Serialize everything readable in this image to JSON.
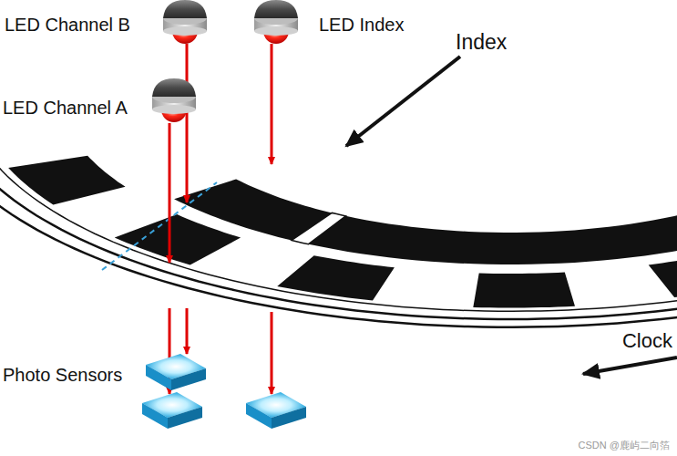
{
  "diagram": {
    "labels": [
      "LED Channel B",
      "LED Index",
      "LED Channel A",
      "Index",
      "Photo Sensors",
      "Clock",
      "CSDN @鹿屿二向箔"
    ]
  }
}
